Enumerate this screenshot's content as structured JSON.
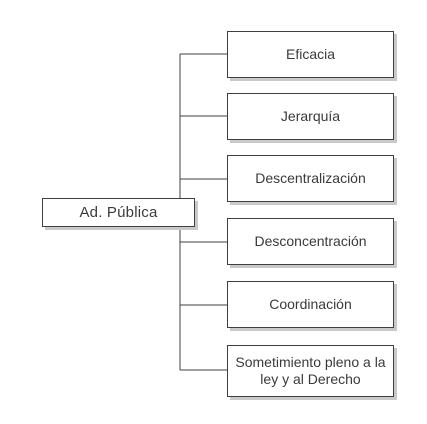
{
  "root": {
    "label": "Ad. Pública"
  },
  "children": [
    {
      "label": "Eficacia"
    },
    {
      "label": "Jerarquía"
    },
    {
      "label": "Descentralización"
    },
    {
      "label": "Desconcentración"
    },
    {
      "label": "Coordinación"
    },
    {
      "label": "Sometimiento pleno a la ley y al Derecho"
    }
  ],
  "colors": {
    "border": "#3f3f3f",
    "text": "#3a3a3a",
    "shadow": "#c9c9c9",
    "background": "#ffffff"
  }
}
